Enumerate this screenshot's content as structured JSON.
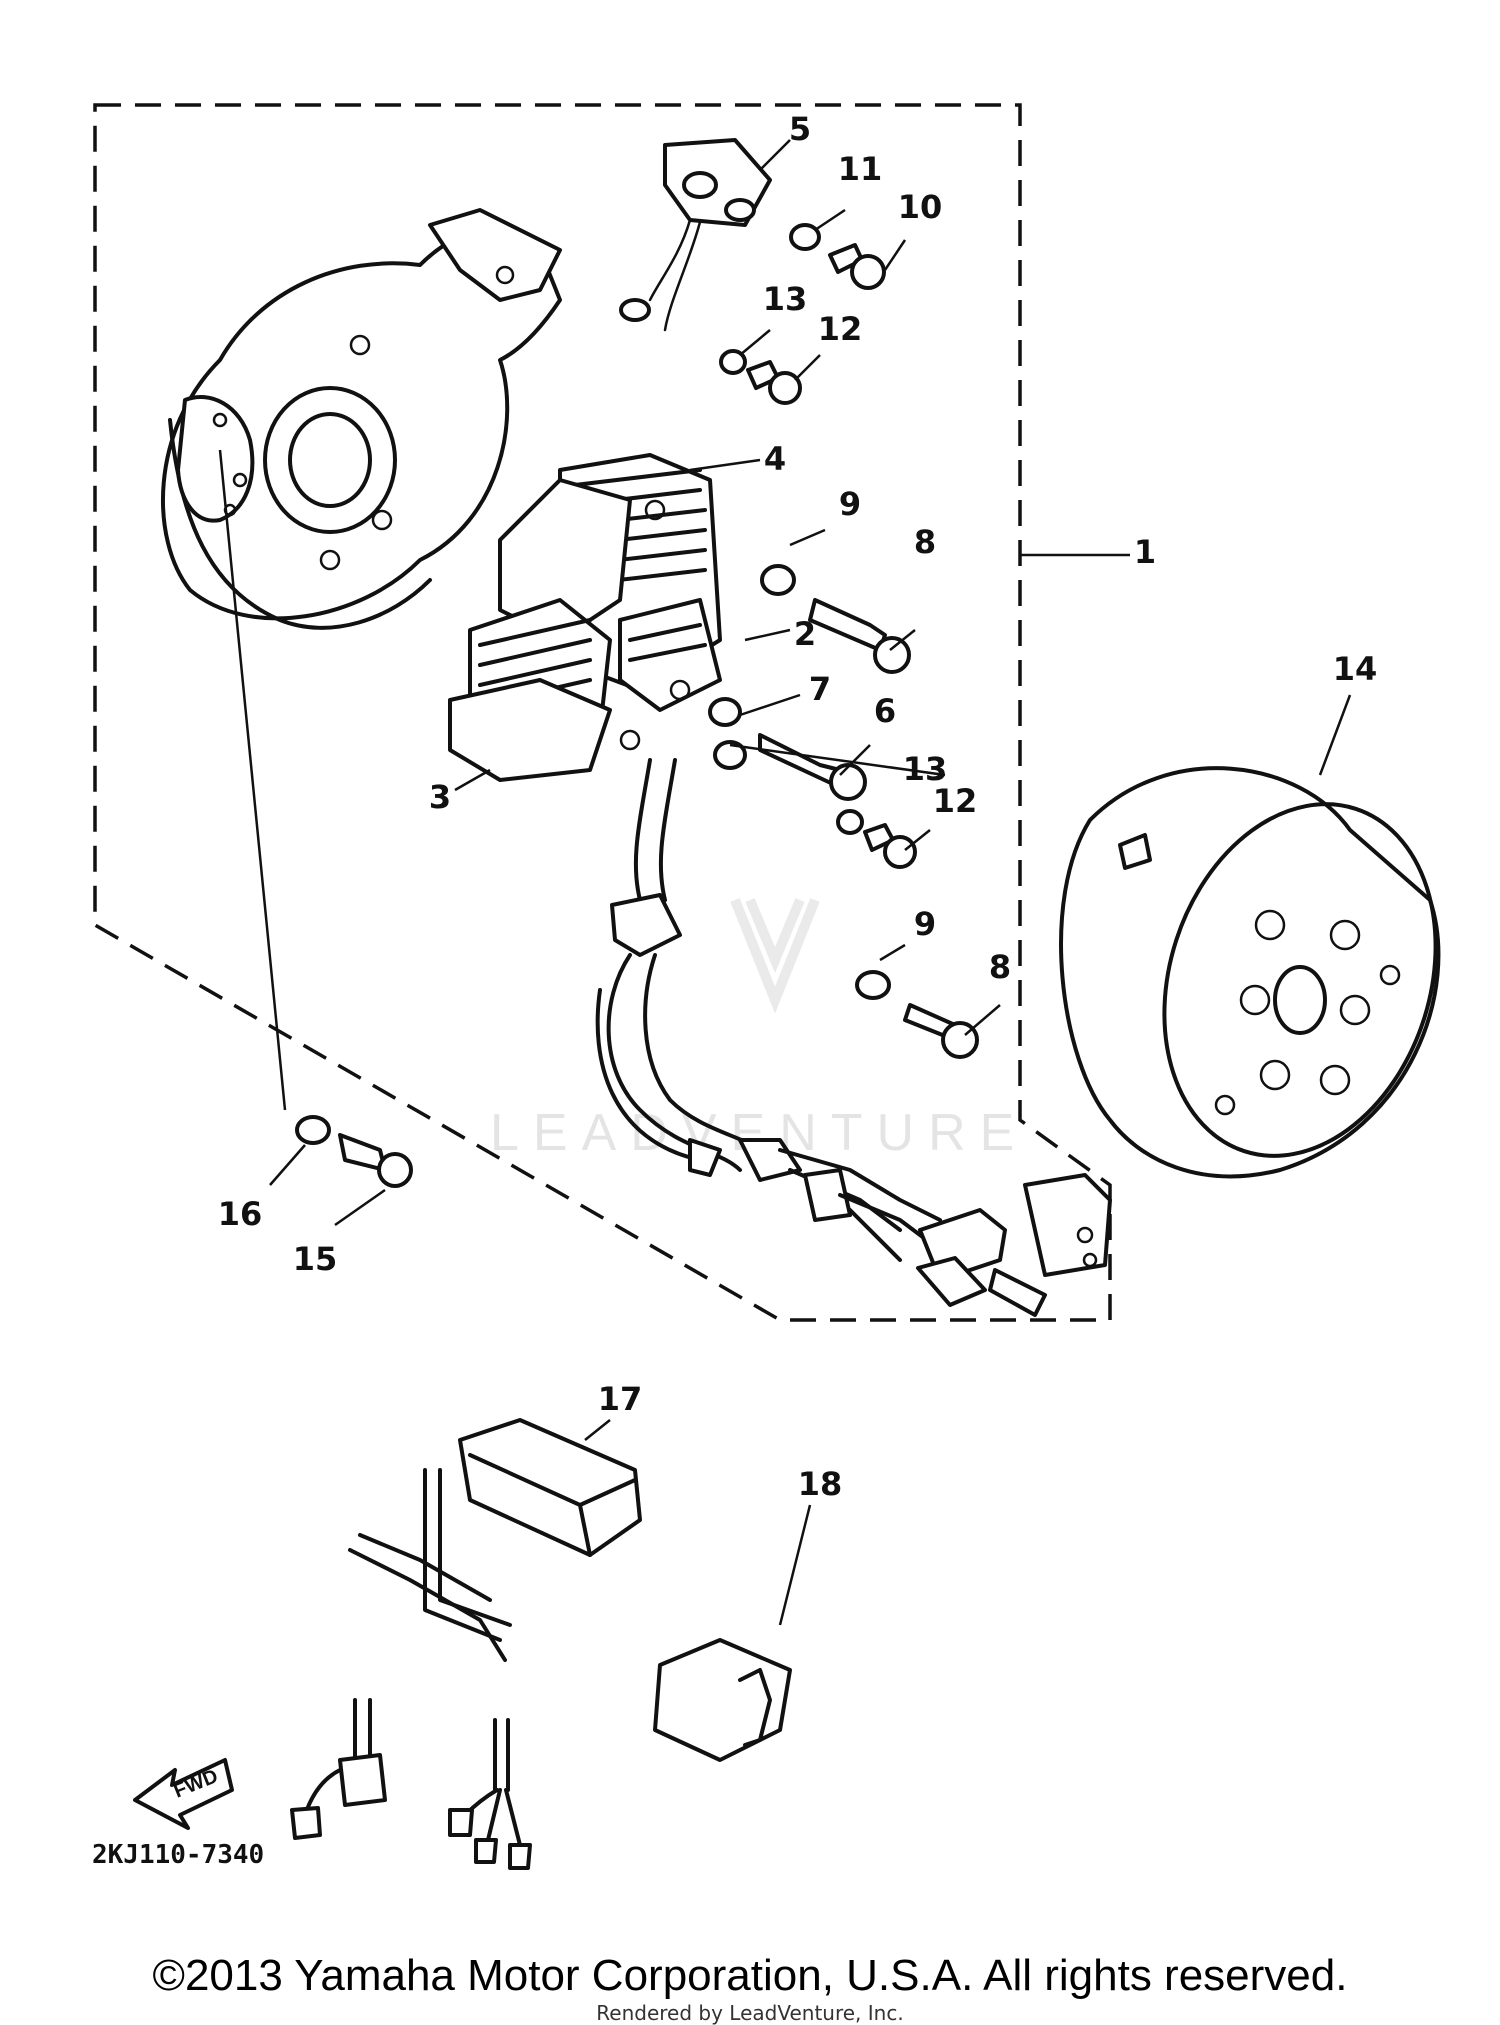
{
  "diagram_code": "2KJ110-7340",
  "copyright": "©2013 Yamaha Motor Corporation, U.S.A. All rights reserved.",
  "rendered_by": "Rendered by LeadVenture, Inc.",
  "watermark": "LEADVENTURE",
  "fwd_label": "FWD",
  "callouts": [
    "1",
    "2",
    "3",
    "4",
    "5",
    "6",
    "7",
    "8",
    "8",
    "9",
    "9",
    "10",
    "11",
    "12",
    "12",
    "13",
    "13",
    "14",
    "15",
    "16",
    "17",
    "18"
  ],
  "icons": [
    "fwd-arrow-icon",
    "leadventure-logo"
  ]
}
